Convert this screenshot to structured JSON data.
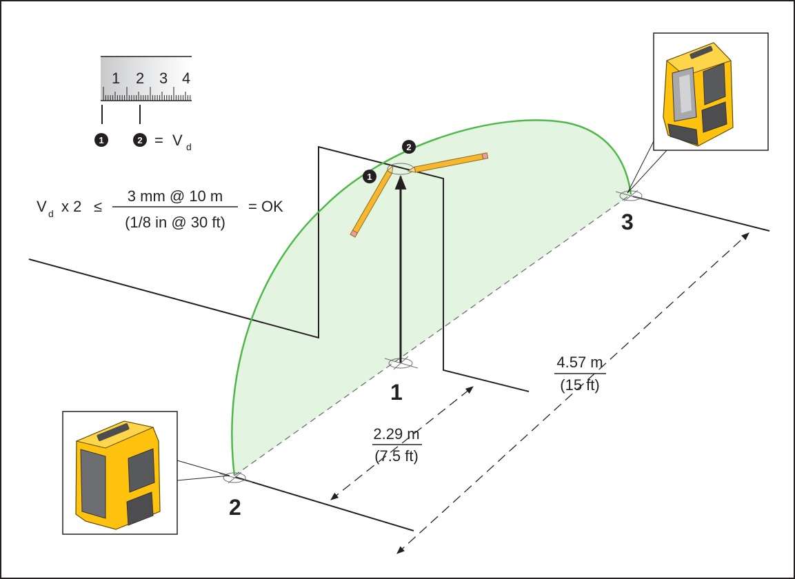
{
  "ruler": {
    "numbers": [
      "1",
      "2",
      "3",
      "4"
    ]
  },
  "legend": {
    "badge_1": "1",
    "badge_2": "2",
    "equals": "=",
    "v": "V",
    "v_sub": "d"
  },
  "formula": {
    "v": "V",
    "v_sub": "d",
    "times_two": "x 2",
    "leq": "≤",
    "numerator": "3 mm @ 10 m",
    "denominator": "(1/8 in @ 30 ft)",
    "result": "= OK"
  },
  "wall_badges": {
    "badge_1": "1",
    "badge_2": "2"
  },
  "positions": {
    "p1": "1",
    "p2": "2",
    "p3": "3"
  },
  "distances": {
    "short": {
      "metric": "2.29 m",
      "imperial": "(7.5 ft)"
    },
    "long": {
      "metric": "4.57 m",
      "imperial": "(15 ft)"
    }
  },
  "colors": {
    "laser_green": "#4db848",
    "fill_green": "#d9f0d7",
    "laser_body": "#ffc20e",
    "laser_dark": "#4d4d4f",
    "pencil": "#f7b731"
  },
  "icons": {
    "laser_tool_left": "laser-level-tool-icon",
    "laser_tool_right": "laser-level-tool-icon",
    "pencil": "pencil-icon",
    "ruler": "ruler-icon"
  }
}
